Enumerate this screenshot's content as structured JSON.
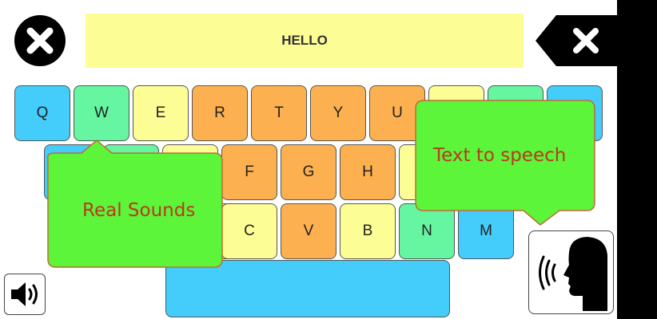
{
  "display": {
    "text": "HELLO"
  },
  "keys": {
    "q": "Q",
    "w": "W",
    "e": "E",
    "r": "R",
    "t": "T",
    "y": "Y",
    "u": "U",
    "f": "F",
    "g": "G",
    "h": "H",
    "c": "C",
    "v": "V",
    "b": "B",
    "n": "N",
    "m": "M"
  },
  "tooltips": {
    "real_sounds": "Real Sounds",
    "text_to_speech": "Text to speech"
  },
  "icons": {
    "close": "close-icon",
    "backspace": "backspace-icon",
    "speaker": "speaker-icon",
    "speaking_head": "speaking-head-icon"
  },
  "colors": {
    "blue": "#44ccfb",
    "green": "#66f5a0",
    "yellow": "#fdfd96",
    "orange": "#fcb050",
    "bubble": "#5cf53a"
  }
}
